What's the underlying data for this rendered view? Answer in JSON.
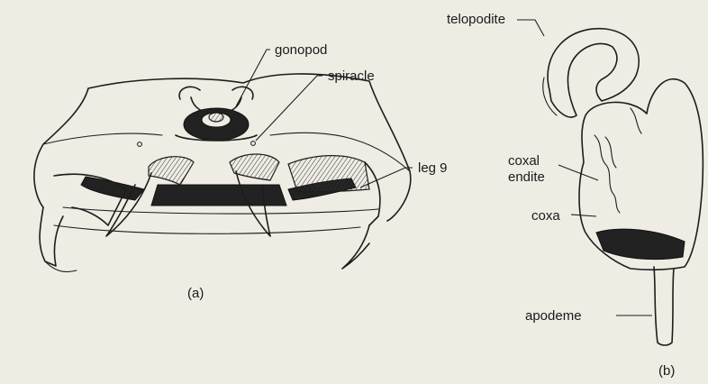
{
  "figure_a": {
    "caption": "(a)",
    "labels": {
      "gonopod": "gonopod",
      "spiracle": "spiracle",
      "leg9": "leg 9"
    }
  },
  "figure_b": {
    "caption": "(b)",
    "labels": {
      "telopodite": "telopodite",
      "coxal_endite_line1": "coxal",
      "coxal_endite_line2": "endite",
      "coxa": "coxa",
      "apodeme": "apodeme"
    }
  },
  "colors": {
    "background": "#efece4",
    "ink": "#1d1d1d"
  }
}
